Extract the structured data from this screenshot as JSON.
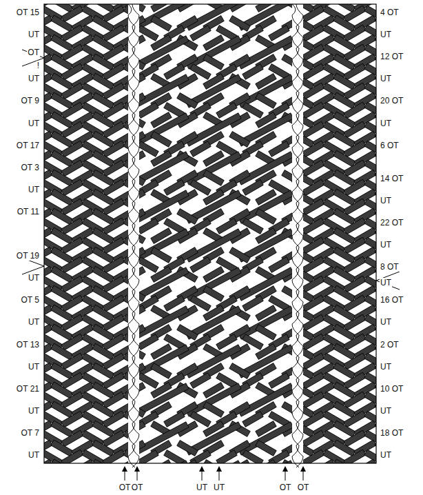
{
  "diagram": {
    "labels": [
      "OT 15",
      "UT",
      "OT",
      "!",
      "UT",
      "OT 9",
      "UT",
      "OT 17",
      "OT 3",
      "UT",
      "OT 11",
      "OT 19",
      "UT",
      "OT 5",
      "UT",
      "OT 13",
      "UT",
      "OT 21",
      "UT",
      "OT 7",
      "UT",
      "4 OT",
      "UT",
      "12 OT",
      "UT",
      "20 OT",
      "UT",
      "6 OT",
      "14 OT",
      "UT",
      "22 OT",
      "UT",
      "8 OT",
      "UT",
      "16 OT",
      "UT",
      "2 OT",
      "UT",
      "10 OT",
      "UT",
      "18 OT",
      "UT",
      "OT",
      "OT",
      "UT",
      "UT",
      "OT",
      "OT"
    ]
  }
}
